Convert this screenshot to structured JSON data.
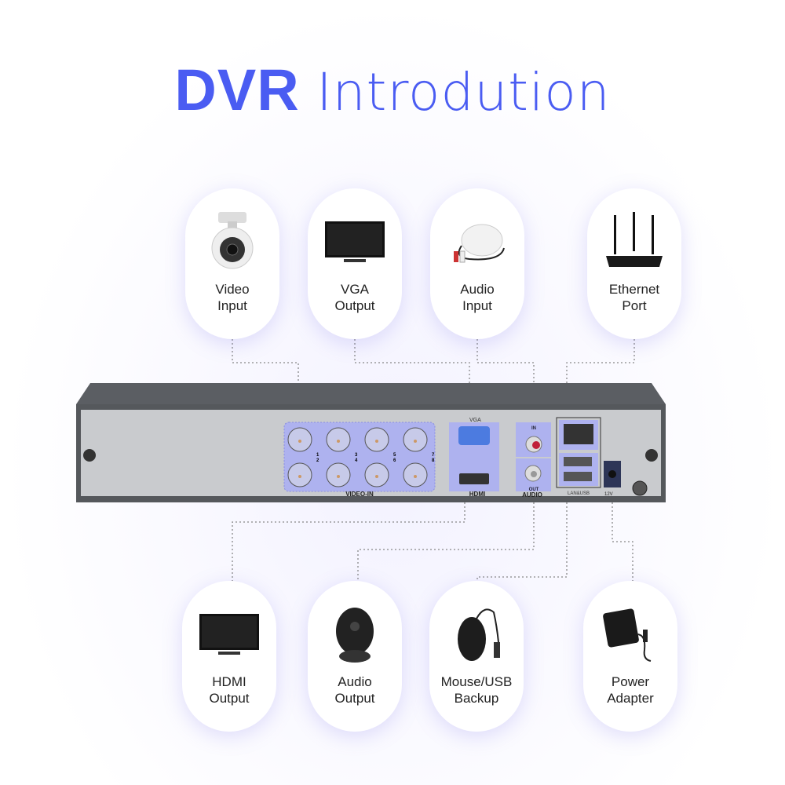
{
  "title": {
    "bold": "DVR",
    "light": "Introdution"
  },
  "colors": {
    "accent": "#4a5cf2",
    "highlight": "#a9adf5"
  },
  "top_items": [
    {
      "line1": "Video",
      "line2": "Input",
      "icon": "security-camera-icon"
    },
    {
      "line1": "VGA",
      "line2": "Output",
      "icon": "monitor-icon"
    },
    {
      "line1": "Audio",
      "line2": "Input",
      "icon": "microphone-icon"
    },
    {
      "line1": "Ethernet",
      "line2": "Port",
      "icon": "router-icon"
    }
  ],
  "bottom_items": [
    {
      "line1": "HDMI",
      "line2": "Output",
      "icon": "monitor-icon"
    },
    {
      "line1": "Audio",
      "line2": "Output",
      "icon": "speaker-icon"
    },
    {
      "line1": "Mouse/USB",
      "line2": "Backup",
      "icon": "mouse-icon"
    },
    {
      "line1": "Power",
      "line2": "Adapter",
      "icon": "power-adapter-icon"
    }
  ],
  "dvr_labels": {
    "video_in": "VIDEO-IN",
    "vga": "VGA",
    "hdmi": "HDMI",
    "audio": "AUDIO",
    "audio_in": "IN",
    "audio_out": "OUT",
    "lan_usb": "LAN&USB",
    "power": "12V",
    "channels": [
      "1",
      "2",
      "3",
      "4",
      "5",
      "6",
      "7",
      "8"
    ]
  }
}
